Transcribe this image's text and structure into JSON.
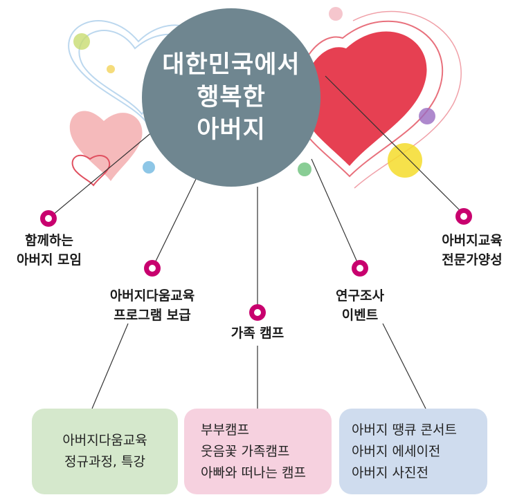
{
  "center": {
    "lines": [
      "대한민국에서",
      "행복한",
      "아버지"
    ]
  },
  "branches": [
    {
      "lines": [
        "함께하는",
        "아버지 모임"
      ]
    },
    {
      "lines": [
        "아버지다움교육",
        "프로그램 보급"
      ]
    },
    {
      "lines": [
        "가족 캠프"
      ]
    },
    {
      "lines": [
        "연구조사",
        "이벤트"
      ]
    },
    {
      "lines": [
        "아버지교육",
        "전문가양성"
      ]
    }
  ],
  "details": [
    {
      "lines": [
        "아버지다움교육",
        "정규과정, 특강"
      ],
      "color": "#d5e8cc"
    },
    {
      "lines": [
        "부부캠프",
        "웃음꽃 가족캠프",
        "아빠와 떠나는 캠프"
      ],
      "color": "#f6d1df"
    },
    {
      "lines": [
        "아버지 땡큐 콘서트",
        "아버지 에세이전",
        "아버지 사진전"
      ],
      "color": "#cfdcee"
    }
  ],
  "colors": {
    "center": "#6f8690",
    "node": "#c8006e",
    "line": "#333333"
  },
  "decoration": [
    "heart-red",
    "heart-pink",
    "heart-outline",
    "paint-splashes"
  ]
}
